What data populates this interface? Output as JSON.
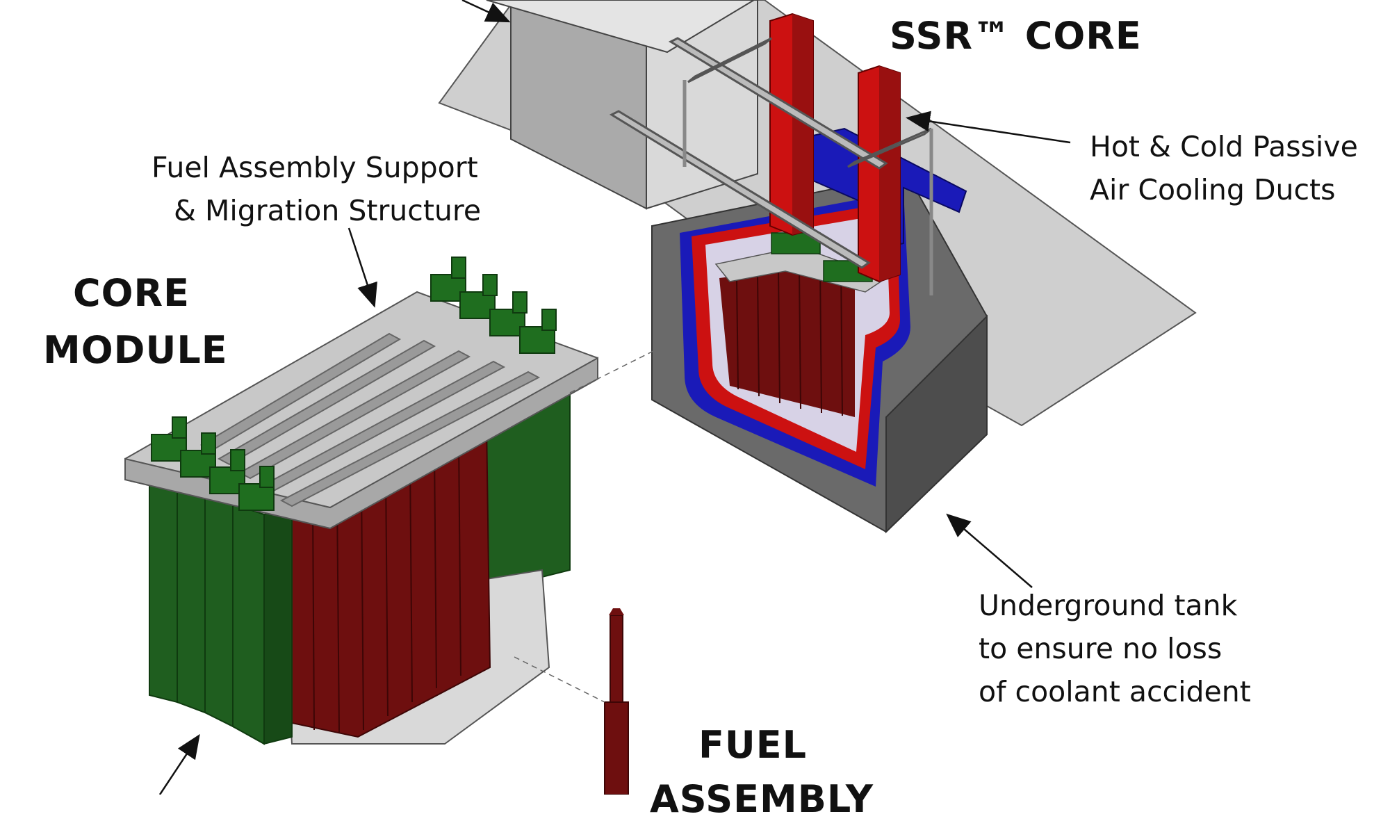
{
  "titles": {
    "ssr_core": "SSR™ CORE",
    "core_module_line1": "CORE",
    "core_module_line2": "MODULE",
    "fuel_assembly_line1": "FUEL",
    "fuel_assembly_line2": "ASSEMBLY"
  },
  "callouts": {
    "support_structure_line1": "Fuel Assembly Support",
    "support_structure_line2": "& Migration Structure",
    "air_ducts_line1": "Hot & Cold Passive",
    "air_ducts_line2": "Air Cooling Ducts",
    "tank_line1": "Underground tank",
    "tank_line2": "to ensure no loss",
    "tank_line3": "of coolant accident"
  },
  "colors": {
    "hot_duct": "#cc1111",
    "cold_duct": "#1a1ab8",
    "fuel_rods": "#6e0f0f",
    "reflector": "#1f5e1f",
    "steel": "#b9b9b9",
    "concrete": "#5a5a5a",
    "floor": "#cfcfcf"
  }
}
